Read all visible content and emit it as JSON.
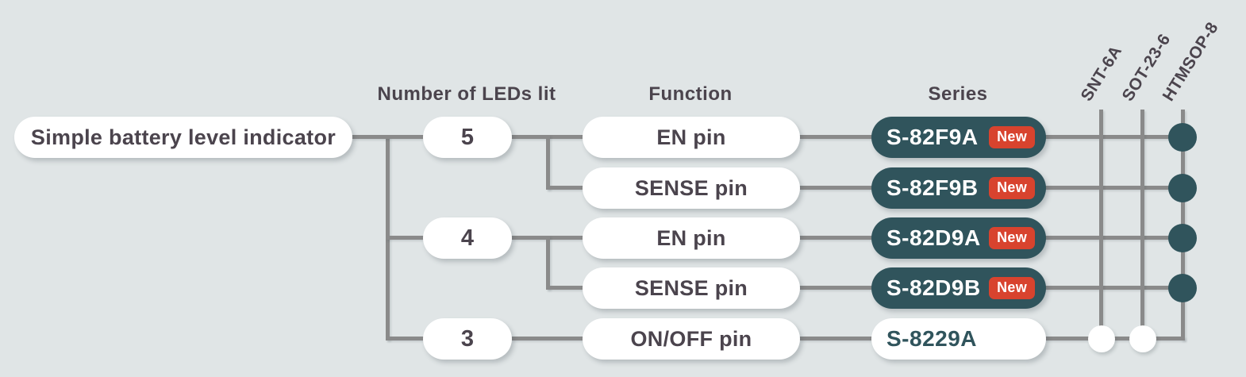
{
  "root_label": "Simple battery level indicator",
  "headers": {
    "leds_lit": "Number of LEDs lit",
    "function": "Function",
    "series": "Series"
  },
  "package_columns": [
    "SNT-6A",
    "SOT-23-6",
    "HTMSOP-8"
  ],
  "badge_label": "New",
  "groups": [
    {
      "leds_lit": "5",
      "row_indexes": [
        0,
        1
      ]
    },
    {
      "leds_lit": "4",
      "row_indexes": [
        2,
        3
      ]
    },
    {
      "leds_lit": "3",
      "row_indexes": [
        4
      ]
    }
  ],
  "rows": [
    {
      "function": "EN pin",
      "series": "S-82F9A",
      "is_new": true,
      "packages": [
        "HTMSOP-8"
      ]
    },
    {
      "function": "SENSE pin",
      "series": "S-82F9B",
      "is_new": true,
      "packages": [
        "HTMSOP-8"
      ]
    },
    {
      "function": "EN pin",
      "series": "S-82D9A",
      "is_new": true,
      "packages": [
        "HTMSOP-8"
      ]
    },
    {
      "function": "SENSE pin",
      "series": "S-82D9B",
      "is_new": true,
      "packages": [
        "HTMSOP-8"
      ]
    },
    {
      "function": "ON/OFF pin",
      "series": "S-8229A",
      "is_new": false,
      "packages": [
        "SNT-6A",
        "SOT-23-6"
      ]
    }
  ],
  "colors": {
    "background": "#e0e5e6",
    "series_pill_teal": "#30545c",
    "badge_red": "#d8432e",
    "connector_gray": "#8a8a8a",
    "text_dark": "#4b444d"
  }
}
